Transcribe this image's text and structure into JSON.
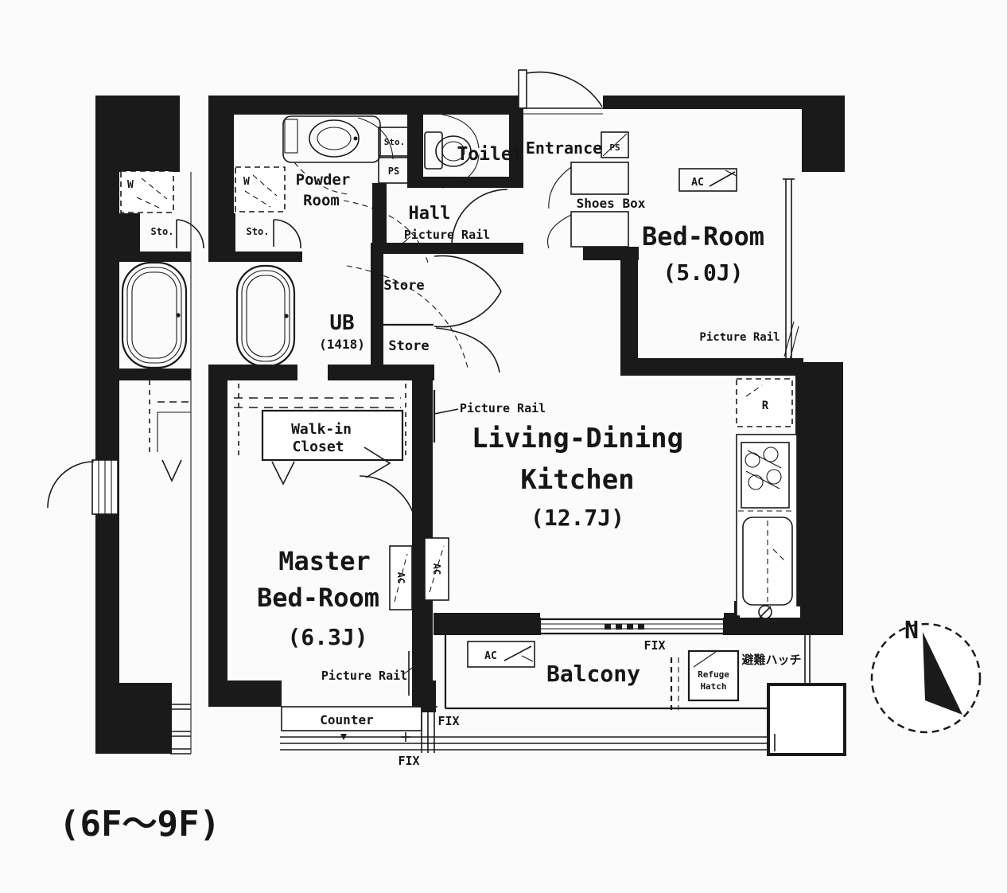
{
  "plan": {
    "floor_range": "(6F〜9F)",
    "compass_north": "N"
  },
  "rooms": {
    "toilet": "Toilet",
    "entrance": "Entrance",
    "shoes_box": "Shoes Box",
    "powder_line1": "Powder",
    "powder_line2": "Room",
    "hall": "Hall",
    "bed_room": "Bed-Room",
    "bed_room_size": "(5.0J)",
    "ub": "UB",
    "ub_size": "(1418)",
    "store": "Store",
    "walk_in_line1": "Walk-in",
    "walk_in_line2": "Closet",
    "ldk_line1": "Living-Dining",
    "ldk_line2": "Kitchen",
    "ldk_size": "(12.7J)",
    "master_line1": "Master",
    "master_line2": "Bed-Room",
    "master_size": "(6.3J)",
    "balcony": "Balcony"
  },
  "fixtures": {
    "counter": "Counter",
    "picture_rail": "Picture Rail",
    "fix": "FIX",
    "ac": "AC",
    "ps": "PS",
    "sto": "Sto.",
    "washer": "W",
    "refrigerator": "R",
    "refuge_line1": "Refuge",
    "refuge_line2": "Hatch",
    "refuge_jp": "避難ハッチ"
  }
}
